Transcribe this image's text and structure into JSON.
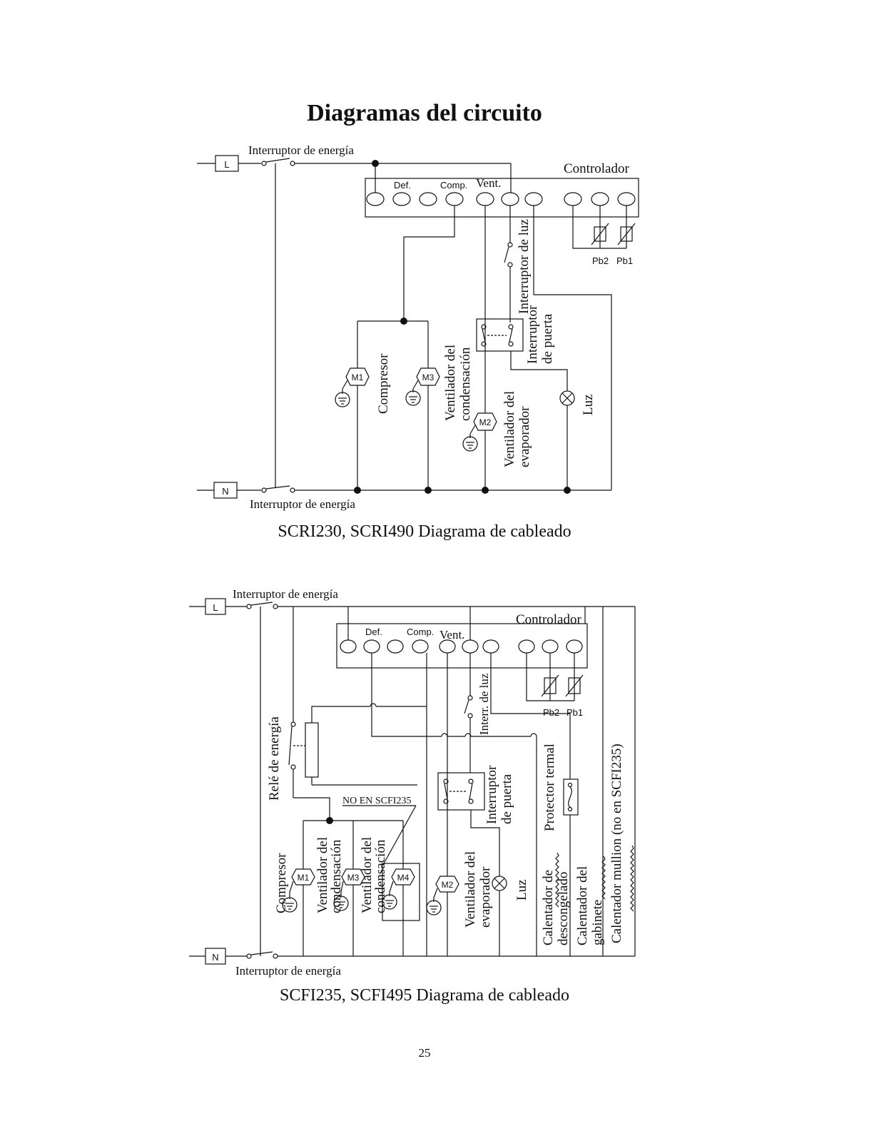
{
  "page": {
    "title": "Diagramas del circuito",
    "number": "25"
  },
  "diagram1": {
    "caption": "SCRI230, SCRI490 Diagrama de cableado",
    "line_terminal": "L",
    "neutral_terminal": "N",
    "power_switch_top": "Interruptor de energía",
    "power_switch_bottom": "Interruptor de energía",
    "controller": "Controlador",
    "terminal_def": "Def.",
    "terminal_comp": "Comp.",
    "terminal_vent": "Vent.",
    "probe2": "Pb2",
    "probe1": "Pb1",
    "light_switch": "Interruptor de luz",
    "door_switch_line1": "Interruptor",
    "door_switch_line2": "de puerta",
    "motor_m1": "M1",
    "motor_m2": "M2",
    "motor_m3": "M3",
    "compressor": "Compresor",
    "cond_fan_line1": "Ventilador del",
    "cond_fan_line2": "condensación",
    "evap_fan_line1": "Ventilador del",
    "evap_fan_line2": "evaporador",
    "light": "Luz"
  },
  "diagram2": {
    "caption": "SCFI235, SCFI495 Diagrama de cableado",
    "line_terminal": "L",
    "neutral_terminal": "N",
    "power_switch_top": "Interruptor de energía",
    "power_switch_bottom": "Interruptor de energía",
    "controller": "Controlador",
    "terminal_def": "Def.",
    "terminal_comp": "Comp.",
    "terminal_vent": "Vent.",
    "probe2": "Pb2",
    "probe1": "Pb1",
    "power_relay": "Relé de energía",
    "not_in_note": "NO EN SCFI235",
    "light_switch": "Interr. de luz",
    "door_switch_line1": "Interruptor",
    "door_switch_line2": "de puerta",
    "thermal_protector": "Protector termal",
    "motor_m1": "M1",
    "motor_m2": "M2",
    "motor_m3": "M3",
    "motor_m4": "M4",
    "compressor": "Compresor",
    "cond_fan_a_line1": "Ventilador del",
    "cond_fan_a_line2": "condensación",
    "cond_fan_b_line1": "Ventilador del",
    "cond_fan_b_line2": "condensación",
    "evap_fan_line1": "Ventilador del",
    "evap_fan_line2": "evaporador",
    "light": "Luz",
    "defrost_heater_line1": "Calentador de",
    "defrost_heater_line2": "descongelado",
    "cabinet_heater_line1": "Calentador del",
    "cabinet_heater_line2": "gabinete",
    "mullion_heater": "Calentador mullion (no en SCFI235)"
  }
}
